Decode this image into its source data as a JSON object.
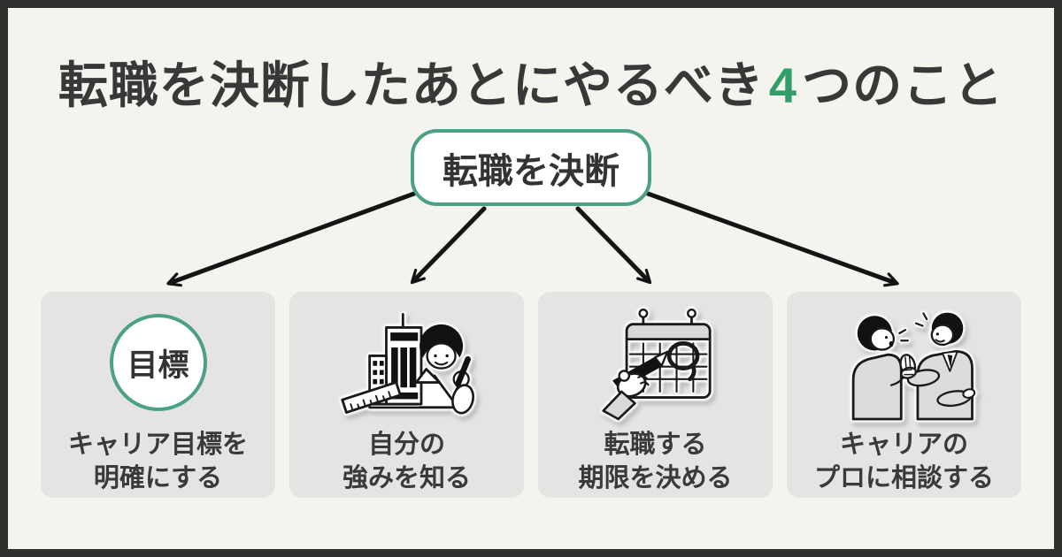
{
  "title": {
    "prefix": "転職を決断したあとにやるべき",
    "highlight": "4",
    "suffix": "つのこと"
  },
  "flow": {
    "root_label": "転職を決断"
  },
  "cards": [
    {
      "icon": "goal-badge",
      "badge": "目標",
      "lines": [
        "キャリア目標を",
        "明確にする"
      ]
    },
    {
      "icon": "self-strengths-illustration",
      "lines": [
        "自分の",
        "強みを知る"
      ]
    },
    {
      "icon": "deadline-calendar-illustration",
      "lines": [
        "転職する",
        "期限を決める"
      ]
    },
    {
      "icon": "career-pro-consult-illustration",
      "lines": [
        "キャリアの",
        "プロに相談する"
      ]
    }
  ],
  "colors": {
    "background": "#f4f3ee",
    "frame": "#30302f",
    "card_background": "#e5e4e3",
    "text": "#383838",
    "accent_green": "#2f9e68",
    "border_green": "#4ba183",
    "arrow_black": "#141414"
  }
}
